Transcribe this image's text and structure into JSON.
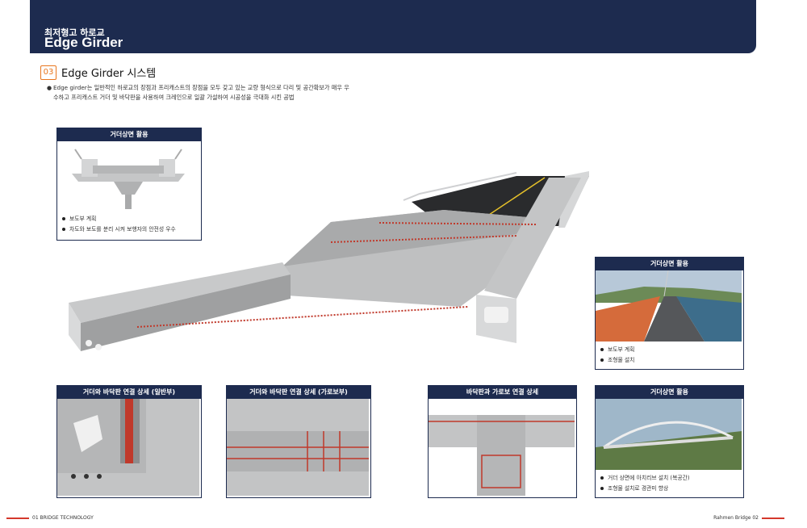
{
  "header": {
    "category": "최저형고 하로교",
    "title": "Edge Girder"
  },
  "section": {
    "number": "03",
    "title": "Edge Girder 시스템"
  },
  "intro": {
    "bullet": "●",
    "text": "Edge girder는 일반적인 하로교의 장점과 프리캐스트의 장점을 모두 갖고 있는 교량 형식으로 다리 및 공간확보가 매우 우수하고 프리캐스트 거더 및 바닥판을 사용하여 크레인으로 일괄 가설하여 시공성을 극대화 시킨 공법"
  },
  "panels": {
    "top_left": {
      "title": "거더상면 활용",
      "items": [
        "보도부 계획",
        "차도와 보도를 분리 시켜 보행자의 안전성 우수"
      ]
    },
    "right_mid": {
      "title": "거더상면 활용",
      "items": [
        "보도부 계획",
        "조형물 설치"
      ]
    },
    "bottom_1": {
      "title": "거더와 바닥판 연결 상세 (일반부)"
    },
    "bottom_2": {
      "title": "거더와 바닥판 연결 상세 (가로보부)"
    },
    "bottom_3": {
      "title": "바닥판과 가로보 연결 상세"
    },
    "bottom_4": {
      "title": "거더상면 활용",
      "items": [
        "거더 상면에 아치리브 설치 (복공간)",
        "조형물 설치로 경관미 향상"
      ]
    }
  },
  "footer": {
    "left": "01 BRIDGE TECHNOLOGY",
    "right": "Rahmen Bridge 02"
  },
  "colors": {
    "navy": "#1d2b4f",
    "accent_orange": "#e8761e",
    "rebar_red": "#c0392b",
    "concrete": "#b9babb"
  }
}
